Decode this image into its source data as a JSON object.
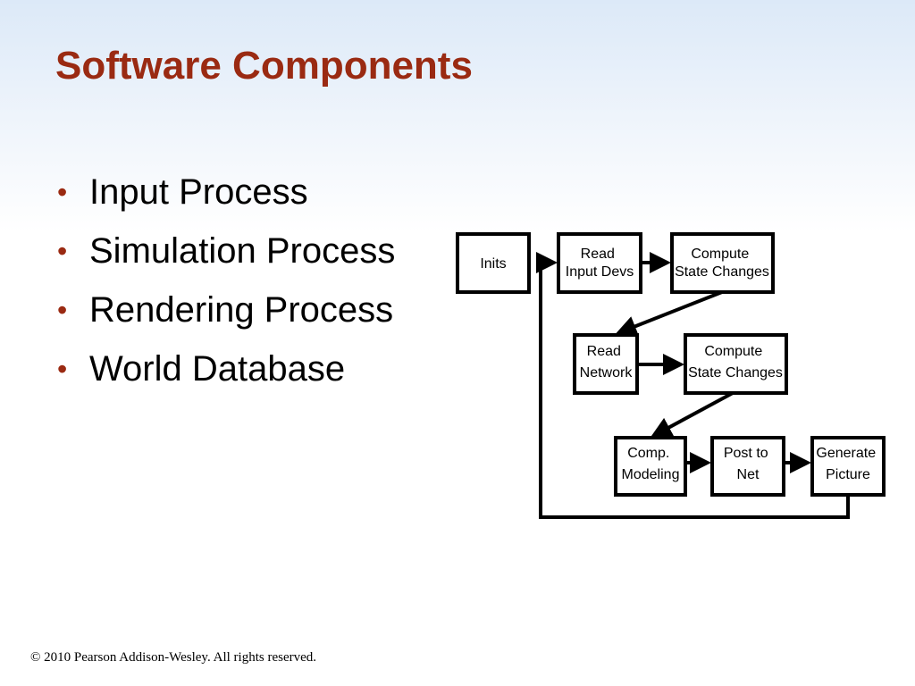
{
  "slide": {
    "title": "Software Components",
    "bullets": [
      "Input Process",
      "Simulation Process",
      "Rendering Process",
      "World Database"
    ],
    "footer": "© 2010 Pearson Addison-Wesley. All rights reserved."
  },
  "diagram": {
    "nodes": {
      "inits": [
        "Inits"
      ],
      "read_input": [
        "Read",
        "Input Devs"
      ],
      "compute_1": [
        "Compute",
        "State Changes"
      ],
      "read_network": [
        "Read",
        "Network"
      ],
      "compute_2": [
        "Compute",
        "State Changes"
      ],
      "comp_modeling": [
        "Comp.",
        "Modeling"
      ],
      "post_net": [
        "Post to",
        "Net"
      ],
      "generate": [
        "Generate",
        "Picture"
      ]
    }
  }
}
